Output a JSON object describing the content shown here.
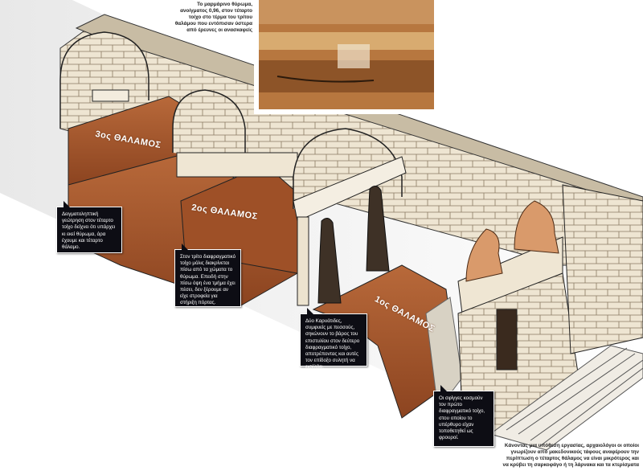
{
  "photo_caption": "Το μαρμάρινο θύρωμα, ανοίγματος 0,96, στον τέταρτο τοίχο στο τέρμα του τρίτου θαλάμου που εντόπισαν ύστερα από έρευνες οι ανασκαφείς",
  "chambers": {
    "third": "3ος ΘΑΛΑΜΟΣ",
    "second": "2ος ΘΑΛΑΜΟΣ",
    "first": "1ος ΘΑΛΑΜΟΣ"
  },
  "callouts": [
    "Δειγματοληπτική γεώτρηση στον τέταρτο τοίχο δείχνει ότι υπάρχει κι εκεί θύρωμα, άρα έχουμε και τέταρτο θάλαμο.",
    "Στον τρίτο διαφραγματικό τοίχο μόλις διακρίνεται πίσω από τα χώματα το θύρωμα. Επειδή στην πίσω όψη ένα τμήμα έχει πέσει, δεν ξέρουμε αν είχε στροφεία για στήριξη πόρτας.",
    "Δύο Καρυάτιδες, συμφυείς με πεσσούς, σηκώνουν το βάρος του επιστυλίου στον δεύτερο διαφραγματικό τοίχο, αποτρέποντας και αυτές τον επίδοξο συλητή να εισέλθει.",
    "Οι σφίγγες κοσμούν τον πρώτο διαφραγματικό τοίχο, στου οποίου το υπέρθυρο είχαν τοποθετηθεί ως φρουροί."
  ],
  "bottom_caption": "Κάνοντας μια υπόθεση εργασίας, αρχαιολόγοι οι οποίοι γνωρίζουν από μακεδονικούς τάφους αναφέρουν την περίπτωση ο τέταρτος θάλαμος να είναι μικρότερος και να κρύβει τη σαρκοφάγο ή τη λάρνακα και τα κτερίσματα",
  "colors": {
    "earth": "#a5562a",
    "stone": "#ece3cf",
    "callout_bg": "#0d0d14"
  }
}
